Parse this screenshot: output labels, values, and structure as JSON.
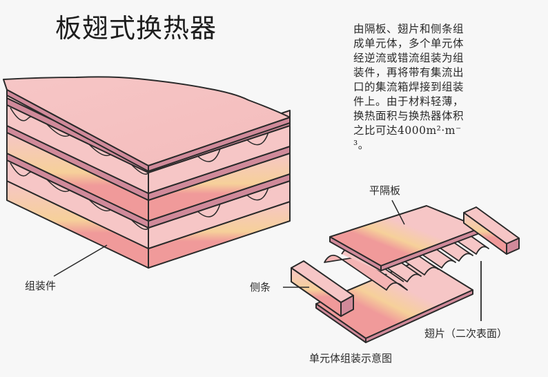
{
  "title": "板翅式换热器",
  "description": "由隔板、翅片和侧条组成单元体，多个单元体经逆流或错流组装为组装件，再将带有集流出口的集流箱焊接到组装件上。由于材料轻薄，换热面积与换热器体积之比可达4000m²·m⁻³。",
  "labels": {
    "assembly": "组装件",
    "flat_plate": "平隔板",
    "side_bar": "侧条",
    "fin": "翅片（二次表面）",
    "unit_caption": "单元体组装示意图"
  },
  "colors": {
    "background": "#f7f7f7",
    "plate_light": "#f6c6c6",
    "plate_mid": "#f09a9a",
    "highlight": "#f6d09a",
    "edge": "#d08a9a",
    "outline": "#2a2a2a"
  }
}
